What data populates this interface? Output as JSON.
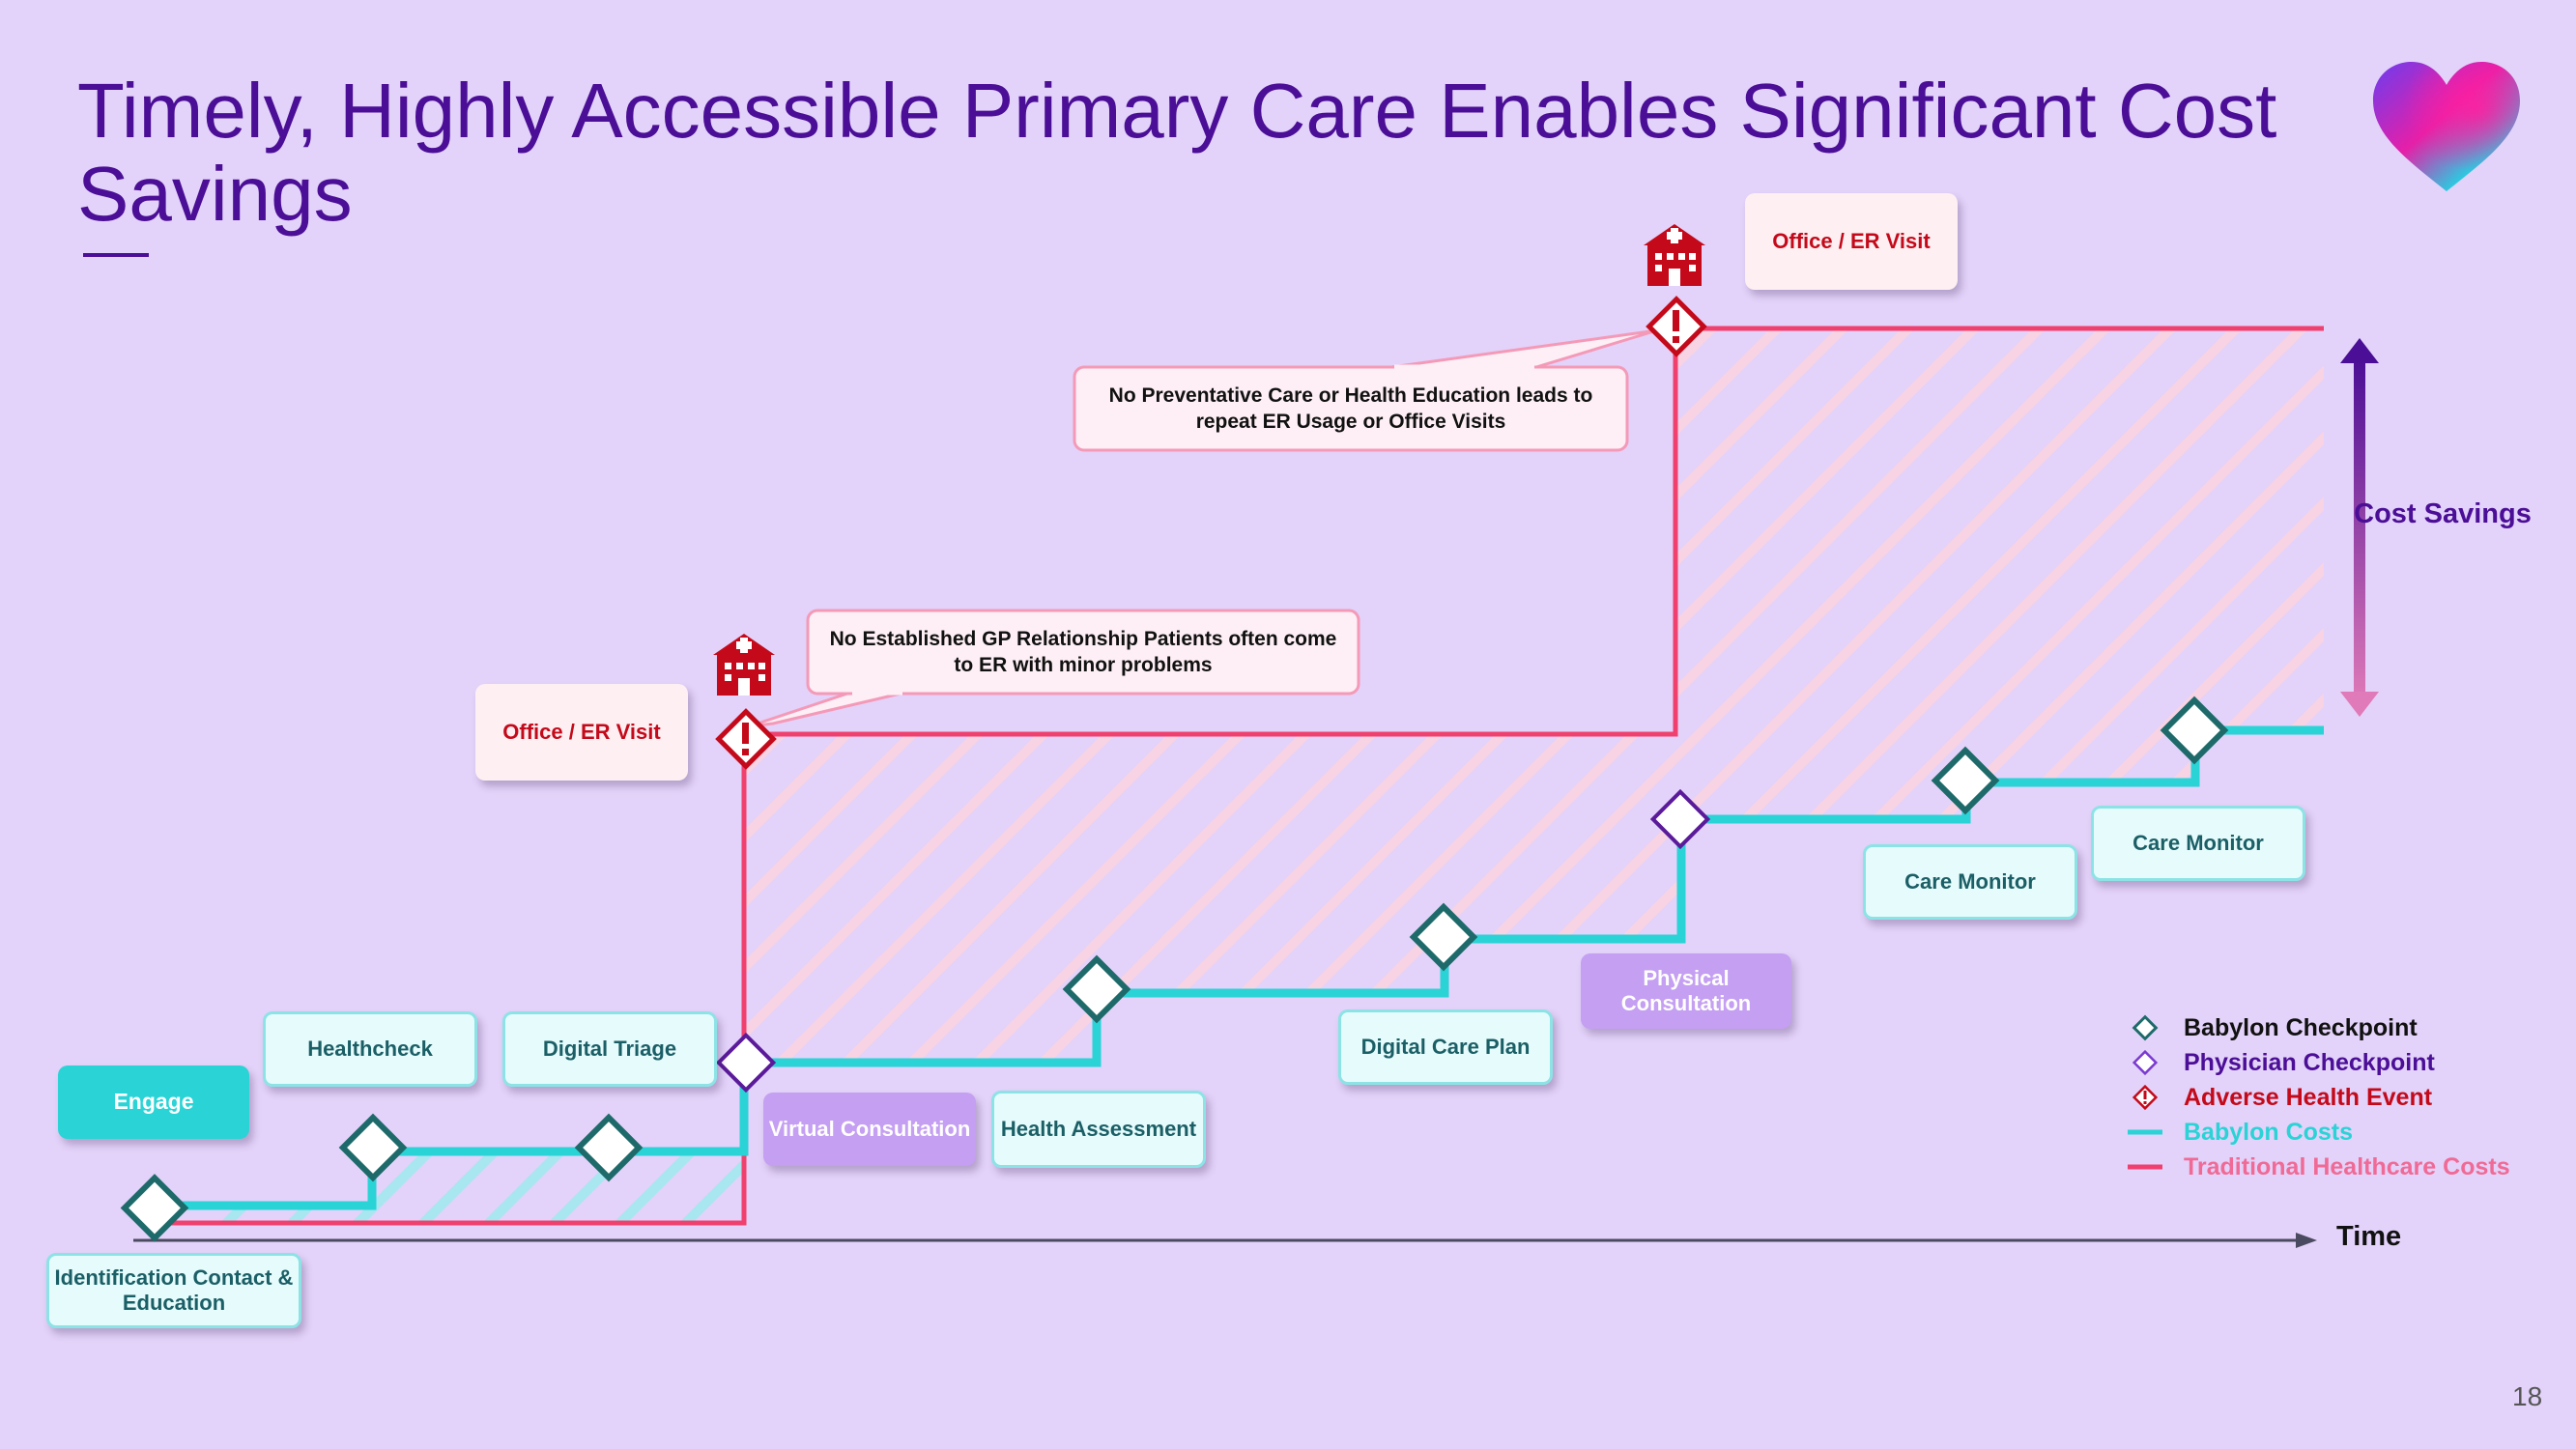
{
  "title": "Timely, Highly Accessible Primary Care Enables Significant Cost Savings",
  "page_number": "18",
  "colors": {
    "background": "#e3d2f9",
    "title": "#4b0e96",
    "babylon": "#2ad3d6",
    "traditional": "#f0406e",
    "babylon_checkpoint": "#1e6a6a",
    "physician_checkpoint": "#5a1a9a",
    "adverse_event": "#c40a1a"
  },
  "axis": {
    "time_label": "Time"
  },
  "cost_savings_label": "Cost Savings",
  "boxes": {
    "engage": "Engage",
    "identification": "Identification Contact & Education",
    "healthcheck": "Healthcheck",
    "digital_triage": "Digital Triage",
    "virtual_consultation": "Virtual Consultation",
    "health_assessment": "Health Assessment",
    "digital_care_plan": "Digital Care Plan",
    "physical_consultation": "Physical Consultation",
    "care_monitor_1": "Care Monitor",
    "care_monitor_2": "Care Monitor",
    "er_visit_1": "Office / ER Visit",
    "er_visit_2": "Office / ER Visit"
  },
  "callouts": {
    "callout_1": "No Established GP Relationship Patients often come to ER with minor problems",
    "callout_2": "No Preventative Care or Health Education leads to repeat ER Usage or Office Visits"
  },
  "legend": [
    {
      "label": "Babylon Checkpoint",
      "symbol": "diamond-teal",
      "color": "#111111"
    },
    {
      "label": "Physician Checkpoint",
      "symbol": "diamond-purple",
      "color": "#4b0e96"
    },
    {
      "label": "Adverse Health Event",
      "symbol": "diamond-alert",
      "color": "#c40a1a"
    },
    {
      "label": "Babylon Costs",
      "symbol": "line-teal",
      "color": "#2ad3d6"
    },
    {
      "label": "Traditional Healthcare Costs",
      "symbol": "line-pink",
      "color": "#f06a96"
    }
  ],
  "icons": [
    "hospital-icon",
    "heart-logo-icon",
    "alert-diamond-icon"
  ]
}
